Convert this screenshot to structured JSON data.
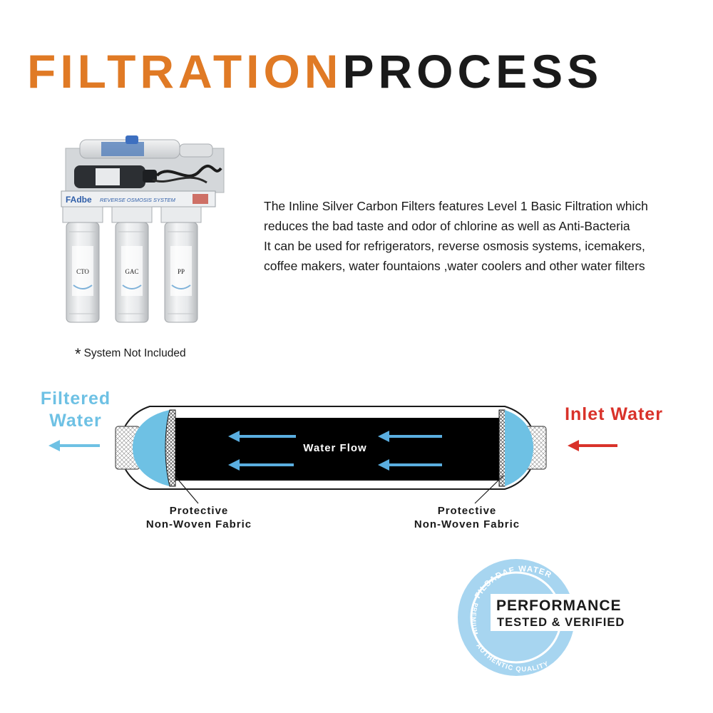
{
  "title": {
    "part1": "FILTRATION",
    "part2": "PROCESS"
  },
  "colors": {
    "accent_orange": "#e07a25",
    "filtered_blue": "#6ec1e4",
    "inlet_red": "#d9322a",
    "flow_arrow_blue": "#5aaee0",
    "badge_blue": "#a7d5f0"
  },
  "description": {
    "lines": [
      "The Inline Silver Carbon  Filters features Level 1 Basic Filtration which",
      "reduces the bad taste and odor of chlorine as well as Anti-Bacteria",
      "It can be used for refrigerators, reverse osmosis systems, icemakers,",
      "coffee makers, water fountaions ,water coolers and other water filters"
    ]
  },
  "product_image": {
    "brand": "FAdbe",
    "system_label": "REVERSE OSMOSIS SYSTEM",
    "canister_labels": [
      "CTO",
      "GAC",
      "PP"
    ]
  },
  "note": {
    "star": "*",
    "text": "System Not  Included"
  },
  "diagram": {
    "filtered_line1": "Filtered",
    "filtered_line2": "Water",
    "inlet_label": "Inlet Water",
    "flow_label": "Water Flow",
    "fabric_left_line1": "Protective",
    "fabric_left_line2": "Non-Woven Fabric",
    "fabric_right_line1": "Protective",
    "fabric_right_line2": "Non-Woven Fabric"
  },
  "badge": {
    "arc_top": "FILSADAE WATER",
    "arc_left": "PREMIUM",
    "arc_bottom": "AUTHENTIC  QUALITY",
    "line1": "PERFORMANCE",
    "line2": "TESTED & VERIFIED"
  }
}
